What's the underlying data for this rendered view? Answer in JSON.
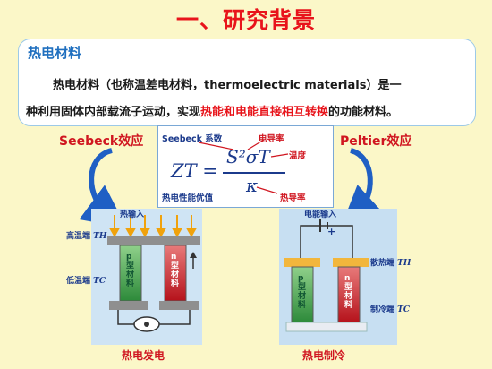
{
  "title": "一、研究背景",
  "card": {
    "title": "热电材料",
    "line1": "热电材料（也称温差电材料，thermoelectric materials）是一",
    "line2_pre": "种利用固体内部载流子运动，实现",
    "line2_red": "热能和电能直接相互转换",
    "line2_post": "的功能材料。"
  },
  "effects": {
    "seebeck": "Seebeck效应",
    "peltier": "Peltier效应"
  },
  "formula": {
    "seebeck_coef": "Seebeck 系数",
    "conductivity": "电导率",
    "temperature": "温度",
    "zt": "ZT =",
    "numerator": "S²σT",
    "denominator": "κ",
    "figure_of_merit": "热电性能优值",
    "thermal_cond": "热导率"
  },
  "left_panel": {
    "heat_input": "热输入",
    "hot_end": "高温端",
    "hot_sym": "TH",
    "cold_end": "低温端",
    "cold_sym": "TC",
    "p_leg": "p\n型\n材\n料",
    "n_leg": "n\n型\n材\n料",
    "caption": "热电发电"
  },
  "right_panel": {
    "power_input": "电能输入",
    "heat_release": "散热端",
    "heat_release_sym": "TH",
    "cold_side": "制冷端",
    "cold_side_sym": "TC",
    "plus": "+",
    "p_leg": "p\n型\n材\n料",
    "n_leg": "n\n型\n材\n料",
    "caption": "热电制冷"
  },
  "colors": {
    "title": "#e8141b",
    "card_title": "#1f6fbf",
    "formula": "#1b3a8c",
    "label_red": "#d01620"
  }
}
